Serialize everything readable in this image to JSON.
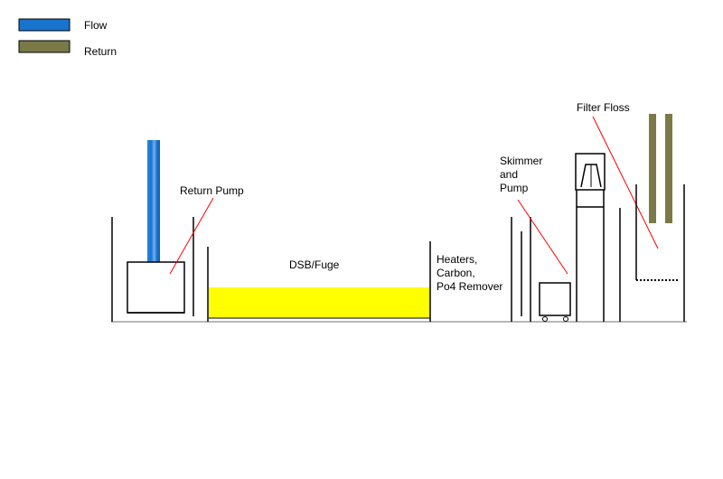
{
  "legend": {
    "flow": {
      "label": "Flow",
      "color": "#1874cd"
    },
    "return": {
      "label": "Return",
      "color": "#7a7a48"
    }
  },
  "labels": {
    "return_pump": "Return Pump",
    "dsb_fuge": "DSB/Fuge",
    "heaters": [
      "Heaters,",
      "Carbon,",
      "Po4 Remover"
    ],
    "skimmer": [
      "Skimmer",
      "and",
      "Pump"
    ],
    "filter_floss": "Filter Floss"
  },
  "colors": {
    "sand": "#ffff00",
    "outline": "#000000",
    "floor": "#a0a0a0",
    "pointer_line": "#ff0000"
  }
}
